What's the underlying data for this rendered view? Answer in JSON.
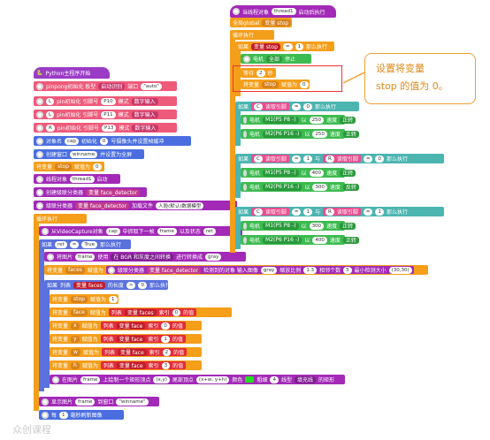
{
  "left": {
    "py_start": "Python主程序开始",
    "pinpong": {
      "a": "pinpong初始化 板型",
      "board": "启动识别",
      "b": "端口",
      "port": "\"auto\""
    },
    "pins": [
      {
        "pin": "P10",
        "label": "L",
        "a": "pin初始化 引脚号",
        "b": "模式",
        "mode": "数字输入"
      },
      {
        "pin": "P11",
        "label": "L",
        "a": "pin初始化 引脚号",
        "b": "模式",
        "mode": "数字输入"
      },
      {
        "pin": "P13",
        "label": "R",
        "a": "pin初始化 引脚号",
        "b": "模式",
        "mode": "数字输入"
      }
    ],
    "cap": {
      "a": "对象名",
      "var": "cap",
      "b": "初始化",
      "n": "0",
      "c": "号摄像头并设置帧缓冲"
    },
    "win": {
      "a": "创建窗口",
      "name": "winname",
      "b": "并设置为全屏"
    },
    "set_stop": {
      "a": "将变量",
      "var": "stop",
      "b": "赋值为",
      "val": "0"
    },
    "thread": {
      "a": "线程对象",
      "name": "thread1",
      "b": "启动"
    },
    "create_cls": {
      "a": "创建级联分类器",
      "var": "变量 face_detector"
    },
    "load_cls": {
      "a": "级联分类器",
      "var": "变量 face_detector",
      "b": "加载文件",
      "file": "人脸(默认)数据模型"
    },
    "loop": "循环执行",
    "read": {
      "a": "从VideoCapture对象",
      "cap": "cap",
      "b": "中抓取下一帧",
      "frame": "frame",
      "c": "以及状态",
      "ret": "ret"
    },
    "if_ret": {
      "a": "如果",
      "ret": "ret",
      "eq": "=",
      "t": "True",
      "b": "那么执行"
    },
    "cvt": {
      "a": "将图片",
      "frame": "frame",
      "b": "使用",
      "c": "在 BGR 和灰度之间转换",
      "d": "进行转换成",
      "gray": "gray"
    },
    "detect": {
      "a": "将变量",
      "var": "faces",
      "b": "赋值为",
      "c": "级联分类器",
      "det": "变量 face_detector",
      "d": "检测到的对象 输入图像",
      "gray": "gray",
      "e": "缩放比例",
      "scale": "1.3",
      "f": "相邻个数",
      "n": "5",
      "g": "最小检测大小",
      "size": "(30,30)"
    },
    "if_len": {
      "a": "如果",
      "b": "列表",
      "var": "变量 faces",
      "c": "的长度",
      "gt": ">",
      "n": "0",
      "d": "那么执行"
    },
    "set_stop1": {
      "a": "将变量",
      "var": "stop",
      "b": "赋值为",
      "val": "1"
    },
    "set_face": {
      "a": "将变量",
      "var": "face",
      "b": "赋值为",
      "c": "列表",
      "list": "变量 faces",
      "d": "索引",
      "idx": "0",
      "e": "的值"
    },
    "xywh": [
      {
        "a": "将变量",
        "var": "x",
        "b": "赋值为",
        "c": "列表",
        "list": "变量 face",
        "d": "索引",
        "idx": "0",
        "e": "的值"
      },
      {
        "a": "将变量",
        "var": "y",
        "b": "赋值为",
        "c": "列表",
        "list": "变量 face",
        "d": "索引",
        "idx": "1",
        "e": "的值"
      },
      {
        "a": "将变量",
        "var": "w",
        "b": "赋值为",
        "c": "列表",
        "list": "变量 face",
        "d": "索引",
        "idx": "2",
        "e": "的值"
      },
      {
        "a": "将变量",
        "var": "h",
        "b": "赋值为",
        "c": "列表",
        "list": "变量 face",
        "d": "索引",
        "idx": "3",
        "e": "的值"
      }
    ],
    "rect": {
      "a": "在图片",
      "frame": "frame",
      "b": "上绘制一个矩形顶点",
      "p1": "(x,y)",
      "c": "尾部顶点",
      "p2": "(x+w, y+h)",
      "d": "颜色",
      "e": "粗细",
      "n": "4",
      "f": "线型",
      "g": "填充线",
      "h": "的矩形"
    },
    "show": {
      "a": "显示图片",
      "frame": "frame",
      "b": "到窗口",
      "win": "\"winname\""
    },
    "wait": {
      "a": "每",
      "n": "1",
      "b": "毫秒刷新图像"
    }
  },
  "right": {
    "thread_hat": {
      "a": "当线程对象",
      "name": "thread1",
      "b": "启动后执行"
    },
    "global": {
      "a": "全局global",
      "var": "变量 stop"
    },
    "loop": "循环执行",
    "if_stop": {
      "a": "如果",
      "var": "变量 stop",
      "eq": "=",
      "n": "1",
      "b": "那么执行"
    },
    "motor_stop": {
      "a": "电机",
      "all": "全部",
      "b": "停止"
    },
    "wait": {
      "a": "等待",
      "n": "2",
      "b": "秒"
    },
    "set_stop": {
      "a": "将变量",
      "var": "stop",
      "b": "赋值为",
      "val": "0"
    },
    "if1": {
      "a": "如果",
      "b": "读取引脚",
      "p1": "",
      "eq": "=",
      "v1": "0",
      "c": "那么执行"
    },
    "m1": [
      {
        "a": "电机",
        "m": "M1(P5 P8 -)",
        "b": "以",
        "speed": "250",
        "c": "速度",
        "dir": "正转"
      },
      {
        "a": "电机",
        "m": "M2(P6 P16 -)",
        "b": "以",
        "speed": "250",
        "c": "速度",
        "dir": "正转"
      }
    ],
    "if2": {
      "a": "如果",
      "b": "读取引脚",
      "eq": "=",
      "v1": "1",
      "and": "与",
      "c": "读取引脚",
      "v2": "0",
      "d": "那么执行"
    },
    "m2": [
      {
        "a": "电机",
        "m": "M1(P5 P8 -)",
        "b": "以",
        "speed": "400",
        "c": "速度",
        "dir": "正转"
      },
      {
        "a": "电机",
        "m": "M2(P6 P16 -)",
        "b": "以",
        "speed": "300",
        "c": "速度",
        "dir": "反转"
      }
    ],
    "if3": {
      "a": "如果",
      "b": "读取引脚",
      "eq": "=",
      "v1": "1",
      "and": "与",
      "c": "读取引脚",
      "v2": "1",
      "d": "那么执行"
    },
    "m3": [
      {
        "a": "电机",
        "m": "M1(P5 P8 -)",
        "b": "以",
        "speed": "300",
        "c": "速度",
        "dir": "正转"
      },
      {
        "a": "电机",
        "m": "M2(P6 P16 -)",
        "b": "以",
        "speed": "400",
        "c": "速度",
        "dir": "正转"
      }
    ]
  },
  "callout": {
    "line1": "设置将变量",
    "line2": "stop 的值为 0。"
  },
  "watermark": "众创课程"
}
